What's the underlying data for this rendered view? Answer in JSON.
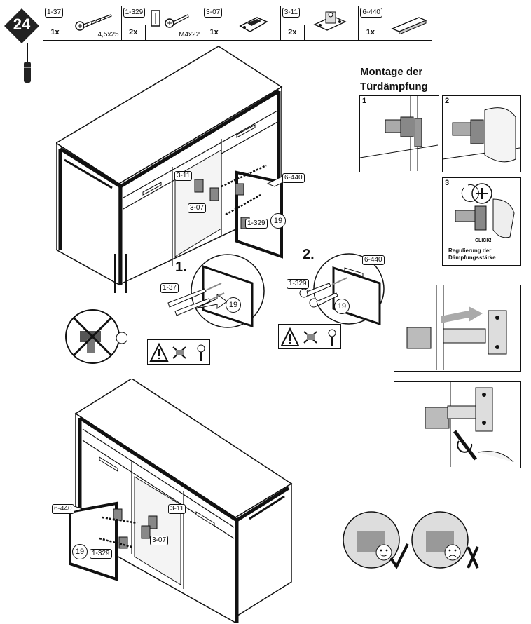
{
  "step": {
    "number": "24"
  },
  "parts": [
    {
      "code": "1-37",
      "qty": "1x",
      "dim": "4,5x25",
      "icon": "wood-screw-icon"
    },
    {
      "code": "1-329",
      "qty": "2x",
      "dim": "M4x22",
      "icon": "machine-screw-icon"
    },
    {
      "code": "3-07",
      "qty": "1x",
      "dim": "",
      "icon": "mounting-plate-icon"
    },
    {
      "code": "3-11",
      "qty": "2x",
      "dim": "",
      "icon": "hinge-icon"
    },
    {
      "code": "6-440",
      "qty": "1x",
      "dim": "",
      "icon": "handle-bar-icon"
    }
  ],
  "damper": {
    "title_line1": "Montage der",
    "title_line2": "Türdämpfung",
    "panels": [
      "1",
      "2",
      "3"
    ],
    "click": "CLICK!",
    "caption_line1": "Regulierung der",
    "caption_line2": "Dämpfungsstärke"
  },
  "top_labels": {
    "hinge": "3-11",
    "plate": "3-07",
    "screw": "1-329",
    "handle": "6-440",
    "door_ref": "19"
  },
  "detail1": {
    "step": "1.",
    "screw": "1-37",
    "door_ref": "19"
  },
  "detail2": {
    "step": "2.",
    "screw": "1-329",
    "handle": "6-440",
    "door_ref": "19"
  },
  "bottom_labels": {
    "handle": "6-440",
    "hinge": "3-11",
    "plate": "3-07",
    "screw": "1-329",
    "door_ref": "19"
  }
}
